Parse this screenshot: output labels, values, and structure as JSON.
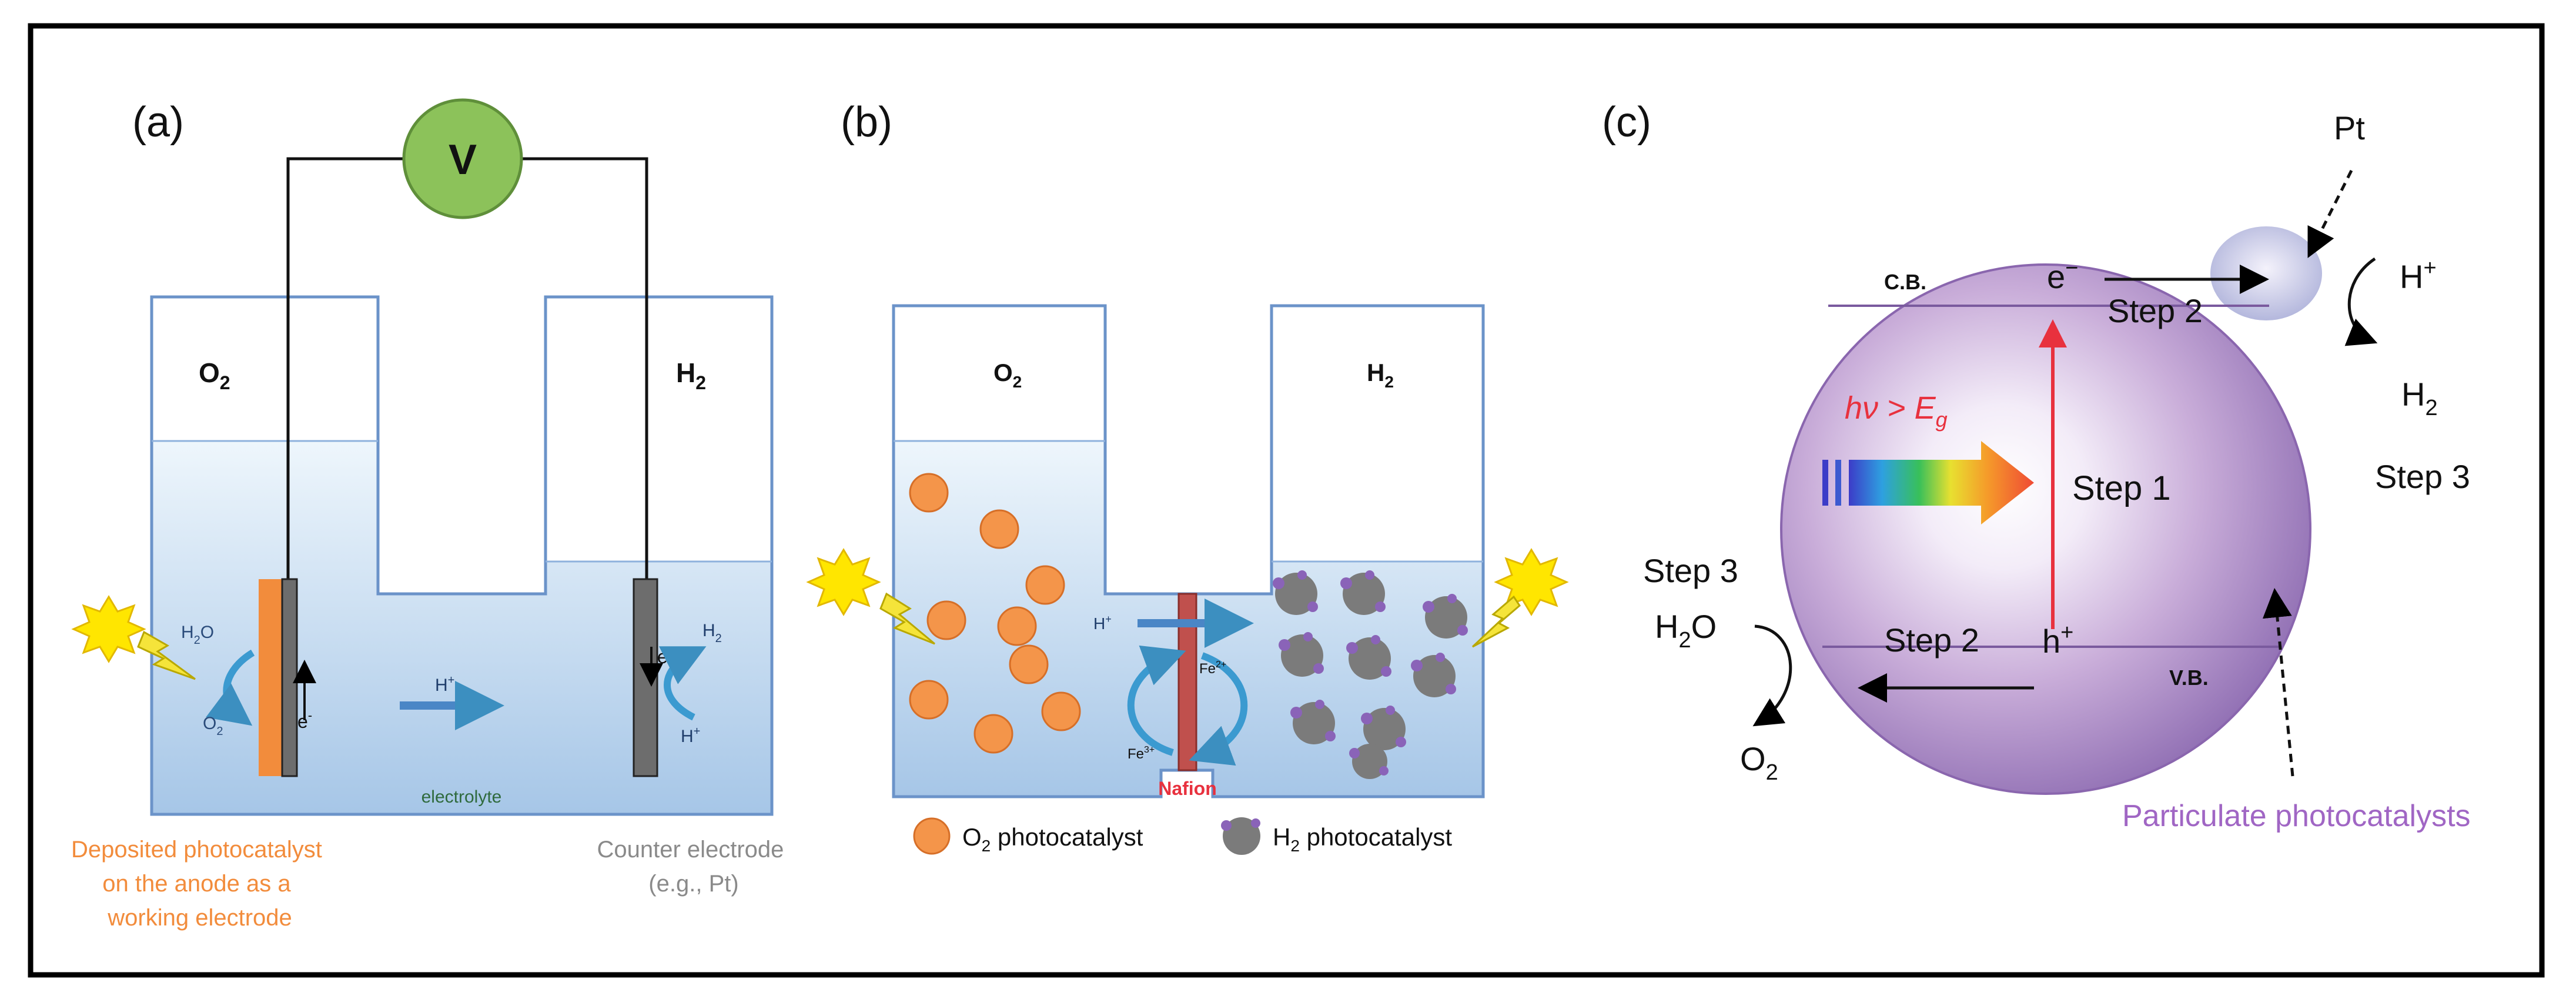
{
  "panels": {
    "a": {
      "label": "(a)",
      "voltmeter": "V",
      "left_gas": "O",
      "left_gas_sub": "2",
      "right_gas": "H",
      "right_gas_sub": "2",
      "electron_left": "e",
      "electron_right": "e",
      "electron_sup": "-",
      "water": "H",
      "water_sub": "2",
      "water_tail": "O",
      "oxygen": "O",
      "oxygen_sub": "2",
      "hydrogen": "H",
      "hydrogen_sub": "2",
      "proton": "H",
      "proton_sup": "+",
      "proton_cathode": "H",
      "electrolyte": "electrolyte",
      "anode_caption": [
        "Deposited photocatalyst",
        "on the anode as a",
        "working electrode"
      ],
      "cathode_caption": [
        "Counter electrode",
        "(e.g., Pt)"
      ]
    },
    "b": {
      "label": "(b)",
      "left_gas": "O",
      "left_gas_sub": "2",
      "right_gas": "H",
      "right_gas_sub": "2",
      "proton": "H",
      "proton_sup": "+",
      "fe_upper": "Fe",
      "fe_upper_sup": "2+",
      "fe_lower": "Fe",
      "fe_lower_sup": "3+",
      "membrane": "Nafion",
      "legend_o2": "O",
      "legend_o2_sub": "2",
      "legend_o2_tail": " photocatalyst",
      "legend_h2": "H",
      "legend_h2_sub": "2",
      "legend_h2_tail": " photocatalyst"
    },
    "c": {
      "label": "(c)",
      "pt": "Pt",
      "cb": "C.B.",
      "vb": "V.B.",
      "electron": "e",
      "electron_sup": "−",
      "hole": "h",
      "hole_sup": "+",
      "step2_top": "Step 2",
      "step2_bottom": "Step 2",
      "step1": "Step 1",
      "step3_right": "Step 3",
      "step3_left": "Step 3",
      "photon": "hν > E",
      "photon_sub": "g",
      "proton": "H",
      "proton_sup": "+",
      "hydrogen": "H",
      "hydrogen_sub": "2",
      "water": "H",
      "water_sub": "2",
      "water_tail": "O",
      "oxygen": "O",
      "oxygen_sub": "2",
      "particle_caption": "Particulate photocatalysts"
    }
  },
  "colors": {
    "frame": "#000000",
    "water_top": "#e9f3fb",
    "water_bottom": "#a9c8e8",
    "tank_outline": "#6b93c9",
    "anode_catalyst": "#f28c3c",
    "electrode": "#6d6d6d",
    "voltmeter": "#8cc25a",
    "arrow_blue": "#4a86c6",
    "membrane": "#c0504d",
    "o2_particle": "#f4954a",
    "h2_particle": "#7b7b7b",
    "h2_cocatalyst": "#8a63b8",
    "sphere_edge": "#9b7bbf",
    "red_arrow": "#e8313e",
    "caption_orange": "#f28c3c",
    "caption_gray": "#8a8a8a",
    "caption_purple": "#a066c4",
    "sun": "#ffe600"
  }
}
